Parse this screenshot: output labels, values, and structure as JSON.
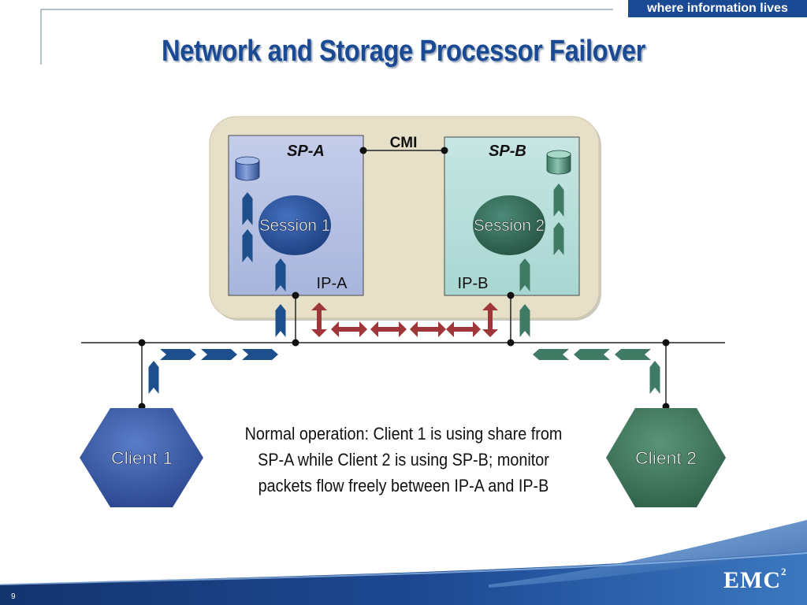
{
  "header": {
    "tagline": "where information lives",
    "title": "Network and Storage Processor Failover"
  },
  "diagram": {
    "cmi_label": "CMI",
    "sp_a": {
      "label": "SP-A",
      "session": "Session 1",
      "ip": "IP-A"
    },
    "sp_b": {
      "label": "SP-B",
      "session": "Session 2",
      "ip": "IP-B"
    },
    "client1": "Client 1",
    "client2": "Client 2"
  },
  "caption": {
    "lines": [
      "Normal operation: Client 1 is using share from",
      "SP-A while Client 2 is using SP-B; monitor",
      "packets flow freely between IP-A and IP-B"
    ]
  },
  "footer": {
    "page_number": "9",
    "logo": "EMC",
    "logo_superscript": "2"
  },
  "colors": {
    "brand_blue": "#1a4a94",
    "sp_a_fill": "#b3bfe0",
    "sp_b_fill": "#b7dfdc",
    "enclosure_fill": "#e6e0c8",
    "blue_arrow": "#1c4f8c",
    "green_arrow": "#3f7a64",
    "red_arrow": "#a0353a"
  }
}
